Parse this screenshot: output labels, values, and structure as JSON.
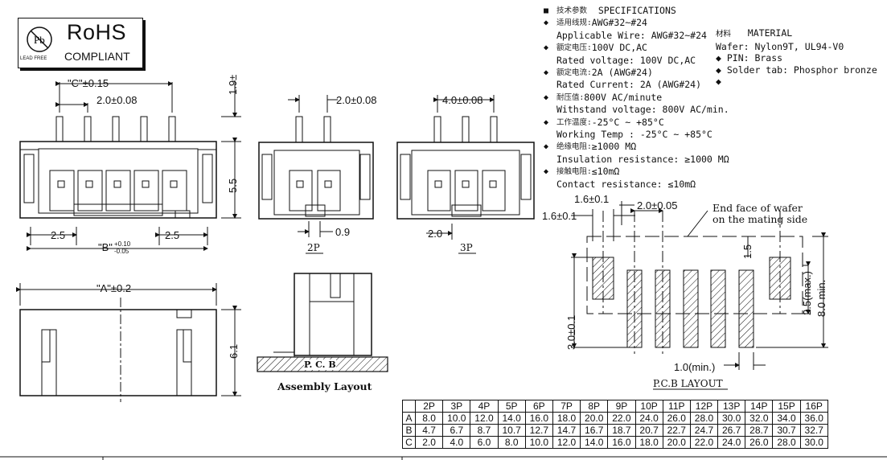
{
  "rohs": {
    "title": "RoHS",
    "subtitle": "COMPLIANT",
    "lead_free": "LEAD FREE",
    "mark": "Pb"
  },
  "specs": {
    "header_cn": "技术参数",
    "header_en": "SPECIFICATIONS",
    "rows": [
      {
        "cn": "适用线规:",
        "cn_val": "AWG#32~#24",
        "en": "Applicable Wire: AWG#32~#24"
      },
      {
        "cn": "额定电压:",
        "cn_val": "100V DC,AC",
        "en": "Rated voltage: 100V DC,AC"
      },
      {
        "cn": "额定电流:",
        "cn_val": "2A (AWG#24)",
        "en": "Rated Current: 2A (AWG#24)"
      },
      {
        "cn": "耐压值:",
        "cn_val": "800V AC/minute",
        "en": "Withstand voltage: 800V AC/min."
      },
      {
        "cn": "工作温度:",
        "cn_val": "-25°C ~ +85°C",
        "en": "Working Temp : -25°C ~ +85°C"
      },
      {
        "cn": "绝缘电阻:",
        "cn_val": "≥1000 MΩ",
        "en": "Insulation resistance: ≥1000 MΩ"
      },
      {
        "cn": "接触电阻:",
        "cn_val": "≤10mΩ",
        "en": "Contact resistance: ≤10mΩ"
      }
    ]
  },
  "material": {
    "header_cn": "材料",
    "header_en": "MATERIAL",
    "items": [
      "Wafer: Nylon9T, UL94-V0",
      "PIN: Brass",
      "Solder tab: Phosphor bronze",
      ""
    ]
  },
  "dims": {
    "c": "\"C\"±0.15",
    "pitch": "2.0±0.08",
    "h19": "1.9±",
    "h55": "5.5",
    "b": "\"B\"",
    "b_tol_up": "+0.10",
    "b_tol_dn": "-0.05",
    "side25a": "2.5",
    "side25b": "2.5",
    "p2_pitch": "2.0±0.08",
    "p2_09": "0.9",
    "p2_label": "2P",
    "p3_pitch": "4.0±0.08",
    "p3_20": "2.0",
    "p3_label": "3P",
    "a": "\"A\"±0.2",
    "h61": "6.1",
    "pcb_text": "P. C. B",
    "assembly": "Assembly Layout"
  },
  "pcb": {
    "d16a": "1.6±0.1",
    "d16b": "1.6±0.1",
    "d20": "2.0±0.05",
    "endface1": "End face of wafer",
    "endface2": "on the mating side",
    "d15": "1.5",
    "d25": "2.5(max.)",
    "d80": "8.0 min.",
    "d30": "3.0±0.1",
    "d10": "1.0(min.)",
    "title": "P.C.B LAYOUT"
  },
  "table": {
    "columns": [
      "2P",
      "3P",
      "4P",
      "5P",
      "6P",
      "7P",
      "8P",
      "9P",
      "10P",
      "11P",
      "12P",
      "13P",
      "14P",
      "15P",
      "16P"
    ],
    "rows": [
      {
        "label": "A",
        "values": [
          "8.0",
          "10.0",
          "12.0",
          "14.0",
          "16.0",
          "18.0",
          "20.0",
          "22.0",
          "24.0",
          "26.0",
          "28.0",
          "30.0",
          "32.0",
          "34.0",
          "36.0"
        ]
      },
      {
        "label": "B",
        "values": [
          "4.7",
          "6.7",
          "8.7",
          "10.7",
          "12.7",
          "14.7",
          "16.7",
          "18.7",
          "20.7",
          "22.7",
          "24.7",
          "26.7",
          "28.7",
          "30.7",
          "32.7"
        ]
      },
      {
        "label": "C",
        "values": [
          "2.0",
          "4.0",
          "6.0",
          "8.0",
          "10.0",
          "12.0",
          "14.0",
          "16.0",
          "18.0",
          "20.0",
          "22.0",
          "24.0",
          "26.0",
          "28.0",
          "30.0"
        ]
      }
    ]
  }
}
